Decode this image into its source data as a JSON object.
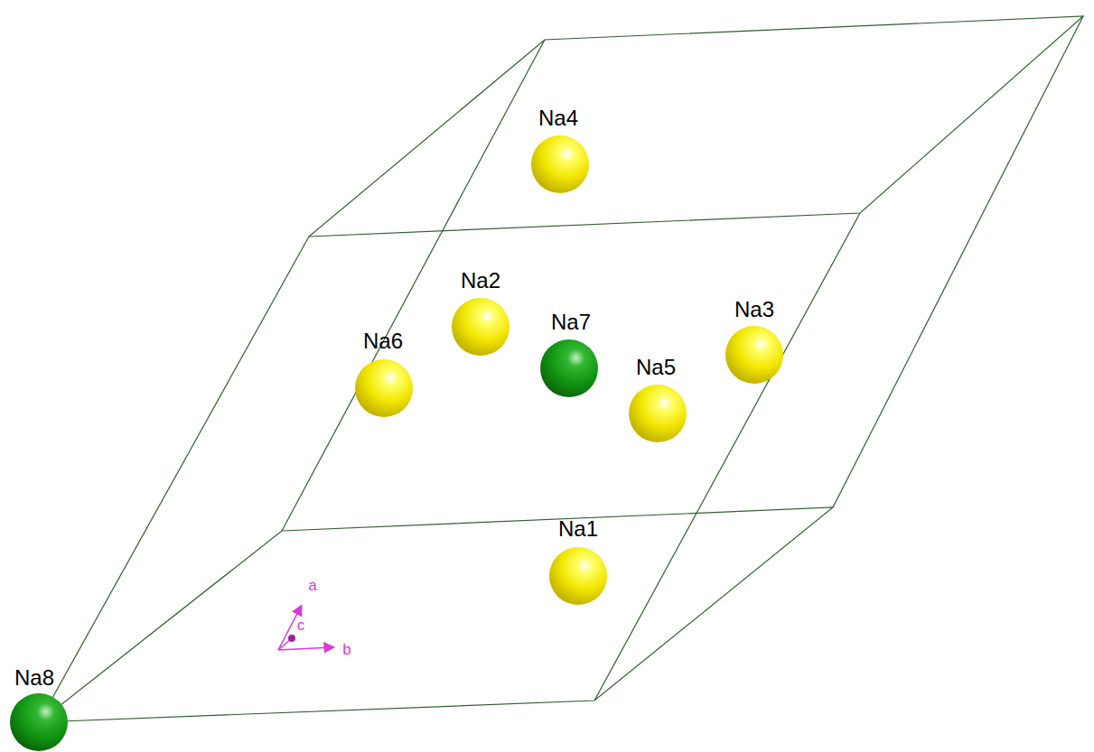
{
  "diagram": {
    "labels": [
      "Na4",
      "Na2",
      "Na7",
      "Na6",
      "Na5",
      "Na3",
      "Na1",
      "Na8",
      "a",
      "c",
      "b"
    ]
  }
}
